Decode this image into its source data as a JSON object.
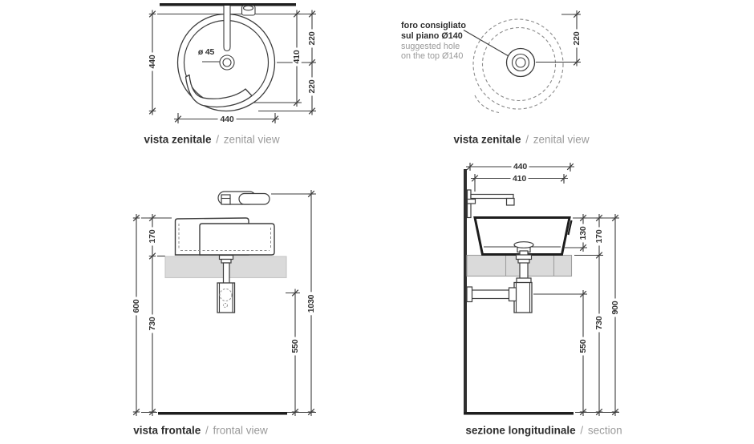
{
  "colors": {
    "line": "#3d3d3d",
    "heavy_line": "#1e1e1e",
    "countertop_fill": "#dadada",
    "dark_text": "#2e2e2e",
    "muted_text": "#9a9a9a"
  },
  "views": {
    "zenital_left": {
      "caption": {
        "it": "vista zenitale",
        "sep": "/",
        "en": "zenital view"
      },
      "dims": {
        "height": "440",
        "width": "440",
        "inner_height": "410",
        "top_half": "220",
        "bottom_half": "220",
        "drain": "ø 45"
      }
    },
    "zenital_right": {
      "caption": {
        "it": "vista zenitale",
        "sep": "/",
        "en": "zenital view"
      },
      "note": {
        "it_line1": "foro consigliato",
        "it_line2": "sul piano Ø140",
        "en_line1": "suggested hole",
        "en_line2": "on the top Ø140"
      },
      "dims": {
        "center_offset": "220"
      }
    },
    "frontal": {
      "caption": {
        "it": "vista frontale",
        "sep": "/",
        "en": "frontal view"
      },
      "dims": {
        "basin_height": "170",
        "left_outer": "600",
        "left_inner": "730",
        "trap_height": "550",
        "total_height": "1030"
      }
    },
    "section": {
      "caption": {
        "it": "sezione longitudinale",
        "sep": "/",
        "en": "section"
      },
      "dims": {
        "width": "440",
        "inner_width": "410",
        "bowl_depth": "130",
        "basin_height": "170",
        "trap_height": "550",
        "under_counter": "730",
        "wall_height": "900"
      }
    }
  }
}
